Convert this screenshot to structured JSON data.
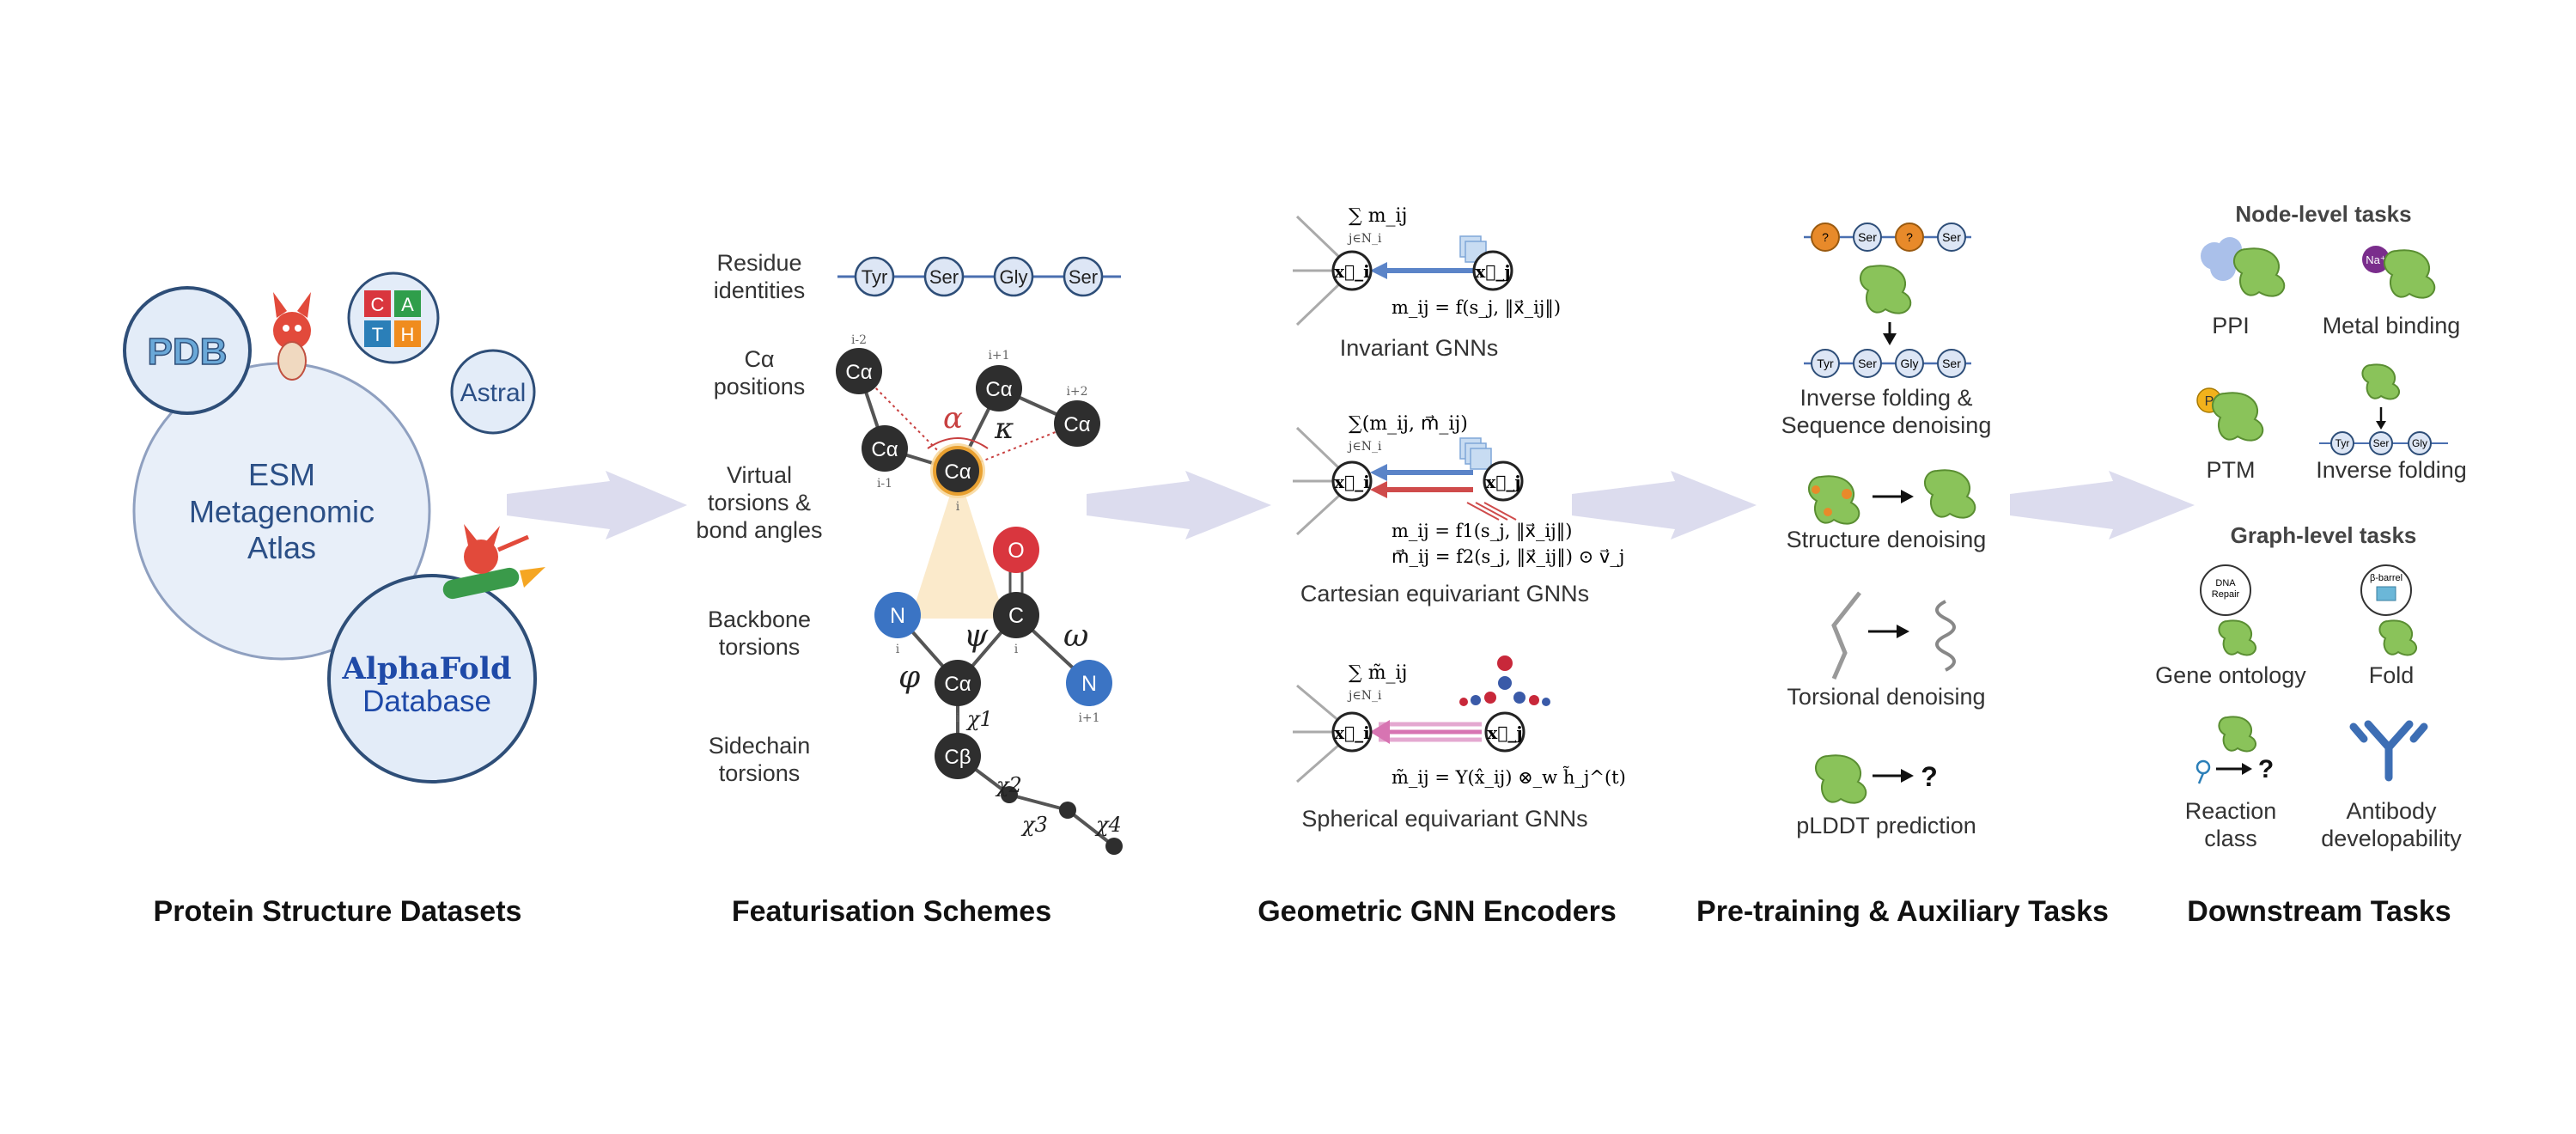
{
  "stage_titles": {
    "datasets": "Protein Structure Datasets",
    "featurisation": "Featurisation Schemes",
    "encoders": "Geometric GNN Encoders",
    "pretraining": "Pre-training & Auxiliary Tasks",
    "downstream": "Downstream Tasks"
  },
  "datasets": {
    "pdb": "PDB",
    "cath": [
      "C",
      "A",
      "T",
      "H"
    ],
    "astral": "Astral",
    "esm": [
      "ESM",
      "Metagenomic",
      "Atlas"
    ],
    "alphafold": [
      "AlphaFold",
      "Database"
    ]
  },
  "featurisation": {
    "row_labels": {
      "residue": [
        "Residue",
        "identities"
      ],
      "ca": [
        "Cα",
        "positions"
      ],
      "virtual": [
        "Virtual",
        "torsions &",
        "bond angles"
      ],
      "backbone": [
        "Backbone",
        "torsions"
      ],
      "sidechain": [
        "Sidechain",
        "torsions"
      ]
    },
    "residues": [
      "Tyr",
      "Ser",
      "Gly",
      "Ser"
    ],
    "ca_atoms": [
      "Cα",
      "Cα",
      "Cα",
      "Cα",
      "Cα"
    ],
    "ca_indices": [
      "i-2",
      "i-1",
      "i",
      "i+1",
      "i+2"
    ],
    "angles": {
      "alpha": "α",
      "kappa": "κ",
      "psi": "ψ",
      "phi": "φ",
      "omega": "ω",
      "chi1": "χ1",
      "chi2": "χ2",
      "chi3": "χ3",
      "chi4": "χ4"
    },
    "atoms": {
      "n1": "N",
      "ca": "Cα",
      "c": "C",
      "o": "O",
      "n2": "N",
      "cb": "Cβ"
    },
    "atom_indices": {
      "n1": "i",
      "ca": "i",
      "c": "i",
      "n2": "i+1"
    }
  },
  "encoders": {
    "invariant": {
      "sum": "∑ m_ij",
      "sum_sub": "j∈N_i",
      "formula": "m_ij = f(s_j, ‖x⃗_ij‖)",
      "label": "Invariant GNNs",
      "node_i": "x⃗_i",
      "node_j": "x⃗_j"
    },
    "cartesian": {
      "sum": "∑(m_ij, m⃗_ij)",
      "sum_sub": "j∈N_i",
      "formula1": "m_ij = f1(s_j, ‖x⃗_ij‖)",
      "formula2": "m⃗_ij = f2(s_j, ‖x⃗_ij‖) ⊙ v⃗_j",
      "label": "Cartesian equivariant GNNs",
      "node_i": "x⃗_i",
      "node_j": "x⃗_j"
    },
    "spherical": {
      "sum": "∑ m̃_ij",
      "sum_sub": "j∈N_i",
      "formula": "m̃_ij = Y(x̂_ij) ⊗_w h̃_j^(t)",
      "label": "Spherical equivariant GNNs",
      "node_i": "x⃗_i",
      "node_j": "x⃗_j"
    }
  },
  "pretraining": {
    "masked_seq": [
      "?",
      "Ser",
      "?",
      "Ser"
    ],
    "decoded_seq": [
      "Tyr",
      "Ser",
      "Gly",
      "Ser"
    ],
    "inverse_label": [
      "Inverse folding &",
      "Sequence denoising"
    ],
    "structure_label": "Structure denoising",
    "torsional_label": "Torsional denoising",
    "plddt_label": "pLDDT prediction",
    "question_mark": "?"
  },
  "downstream": {
    "node_title": "Node-level tasks",
    "graph_title": "Graph-level tasks",
    "ppi": "PPI",
    "metal": "Metal binding",
    "na_badge": "Na⁺",
    "ptm": "PTM",
    "p_badge": "P",
    "inverse": "Inverse folding",
    "inverse_seq": [
      "Tyr",
      "Ser",
      "Gly"
    ],
    "gene": "Gene ontology",
    "dna_badge": [
      "DNA",
      "Repair"
    ],
    "fold": "Fold",
    "barrel_badge": "β-barrel",
    "reaction": [
      "Reaction",
      "class"
    ],
    "reaction_q": "?",
    "antibody": [
      "Antibody",
      "developability"
    ]
  },
  "colors": {
    "arrow": "#dcdcee",
    "dataset_fill": "#e3ecf8",
    "dataset_stroke": "#2e4e78",
    "esm_stroke": "#8fa0c0",
    "text_blue": "#2b4f86",
    "atom_dark": "#2e2e2e",
    "atom_n": "#3b74c4",
    "atom_o": "#d9363e",
    "protein_green": "#8ac35a",
    "orange_mask": "#e88a2a",
    "residue_fill": "#dde6f5",
    "cath_c": "#d9363e",
    "cath_a": "#2f9e4b",
    "cath_t": "#2b7fb8",
    "cath_h": "#f08c1e",
    "cartesian_red": "#cf4b4b",
    "spherical_pink": "#d774b2",
    "antibody_blue": "#3d6eb4"
  }
}
